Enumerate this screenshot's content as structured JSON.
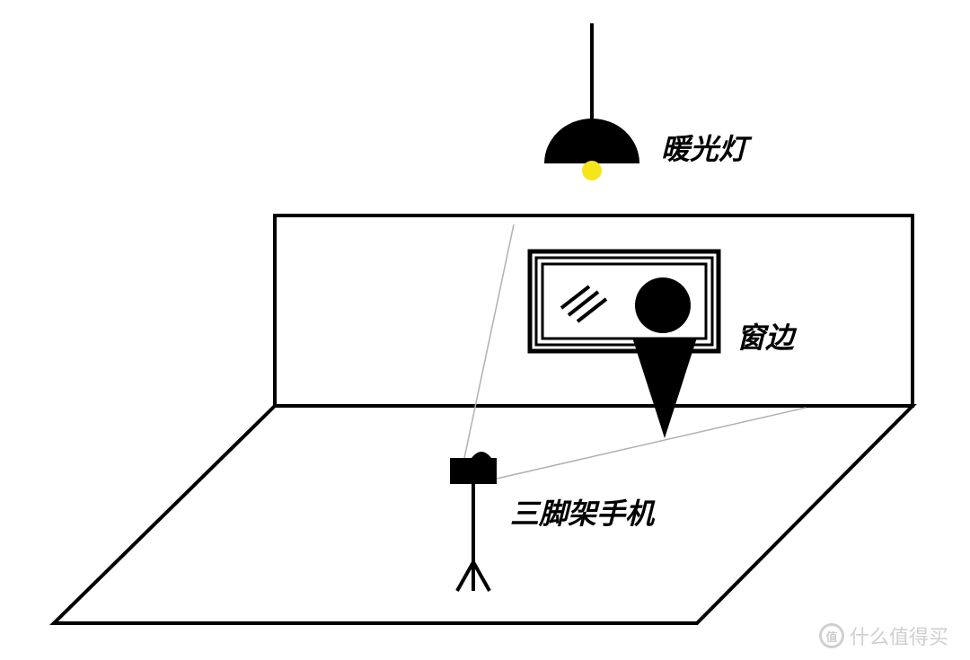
{
  "labels": {
    "lamp": "暖光灯",
    "window": "窗边",
    "camera": "三脚架手机"
  },
  "watermark": {
    "logo_text": "值",
    "text": "什么值得买"
  },
  "colors": {
    "line": "#000000",
    "bulb": "#f5e61c",
    "sight_line": "#b0b0b0",
    "background": "#ffffff",
    "watermark": "#cfcfcf"
  }
}
